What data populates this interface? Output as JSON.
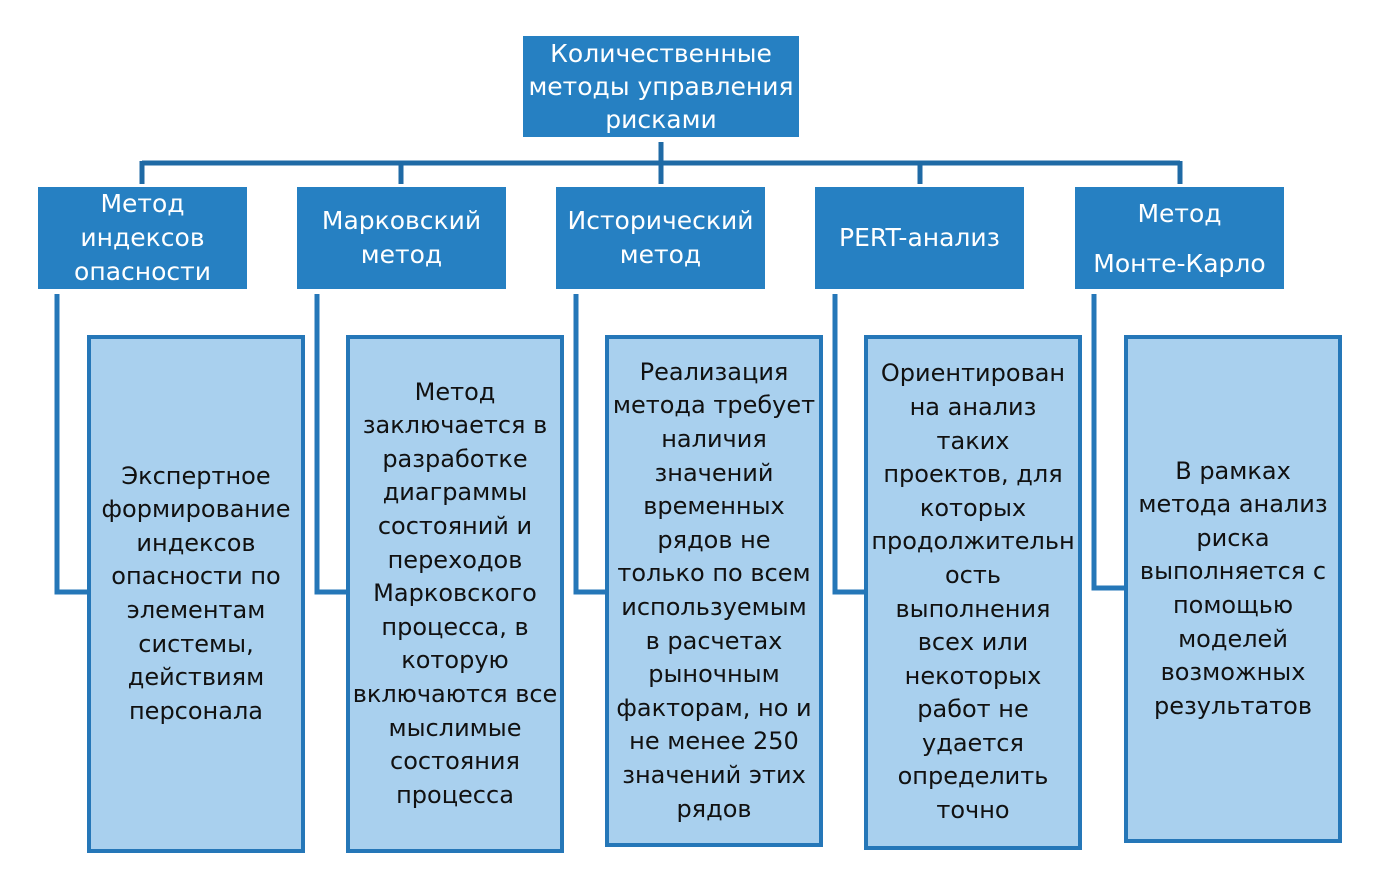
{
  "diagram": {
    "root": {
      "label": "Количественные\nметоды управления\nрисками"
    },
    "methods": [
      {
        "label": "Метод\nиндексов\nопасности",
        "description": "Экспертное\nформирование\nиндексов\nопасности по\nэлементам\nсистемы,\nдействиям\nперсонала"
      },
      {
        "label": "Марковский\nметод",
        "description": "Метод\nзаключается в\nразработке\nдиаграммы\nсостояний и\nпереходов\nМарковского\nпроцесса, в\nкоторую\nвключаются все\nмыслимые\nсостояния\nпроцесса"
      },
      {
        "label": "Исторический\nметод",
        "description": "Реализация\nметода требует\nналичия\nзначений\nвременных\nрядов не\nтолько по всем\nиспользуемым\nв расчетах\nрыночным\nфакторам, но и\nне менее 250\nзначений этих\nрядов"
      },
      {
        "label": "PERT-анализ",
        "description": "Ориентирован\nна анализ таких\nпроектов, для\nкоторых\nпродолжительн\nость\nвыполнения\nвсех или\nнекоторых\nработ не\nудается\nопределить\nточно"
      },
      {
        "label": "Метод\n\nМонте-Карло",
        "description": "В рамках\nметода  анализ\nриска\nвыполняется с\nпомощью\nмоделей\nвозможных\nрезультатов"
      }
    ],
    "colors": {
      "header_fill": "#2680c2",
      "description_fill": "#a9d0ee",
      "border_and_connector": "#2577b8",
      "header_text": "#ffffff",
      "body_text": "#111111"
    }
  }
}
